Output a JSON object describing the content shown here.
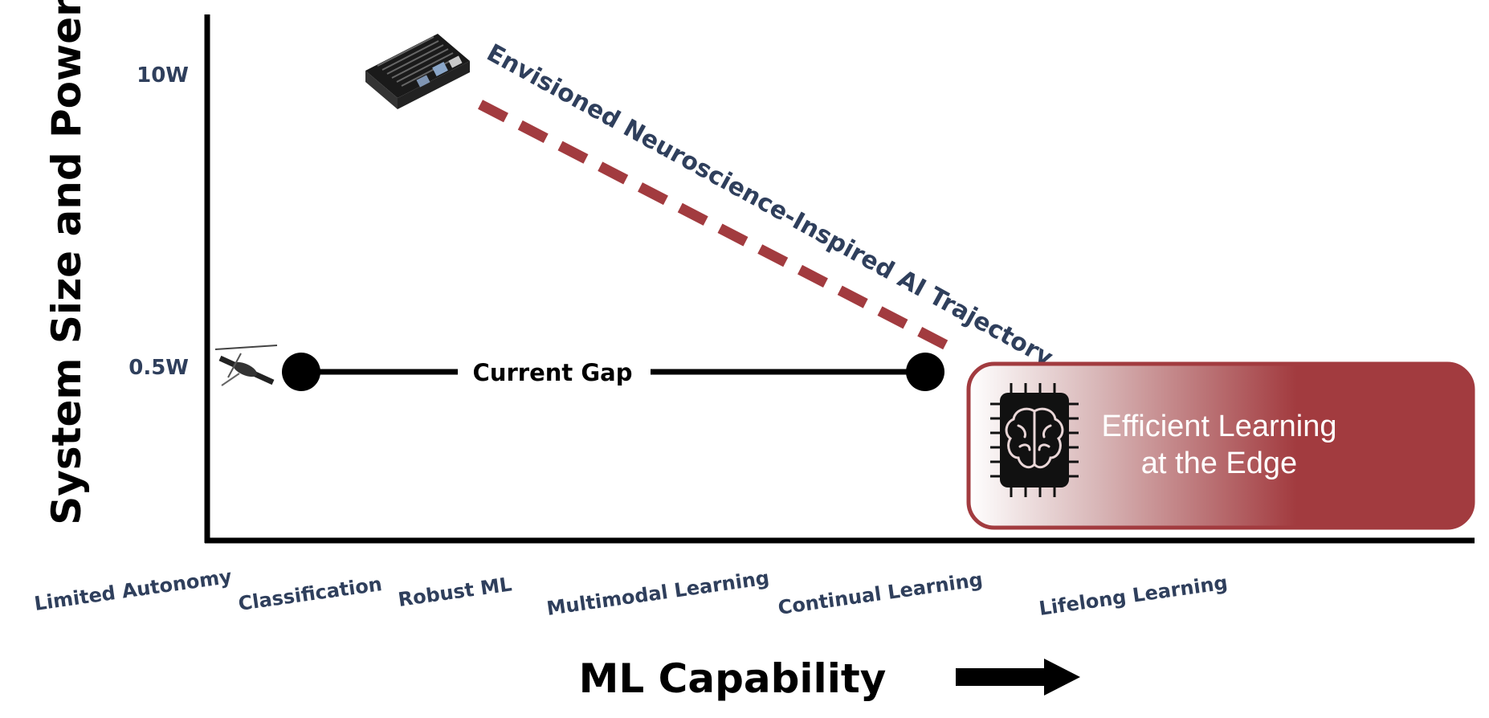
{
  "colors": {
    "axis": "#000000",
    "text_navy": "#2f3f5c",
    "trajectory": "#a23b3f",
    "edge_box": "#a23b3f",
    "edge_text": "#ffffff"
  },
  "axes": {
    "y_label": "System Size and Power",
    "x_label": "ML Capability",
    "y_ticks": [
      "10W",
      "0.5W"
    ]
  },
  "capabilities": [
    "Limited Autonomy",
    "Classification",
    "Robust ML",
    "Multimodal Learning",
    "Continual Learning",
    "Lifelong Learning"
  ],
  "gap": {
    "label": "Current Gap"
  },
  "trajectory": {
    "label": "Envisioned Neuroscience-Inspired AI Trajectory"
  },
  "edge_box": {
    "line1": "Efficient Learning",
    "line2": "at the Edge",
    "icon": "brain-chip-icon"
  },
  "icons": {
    "device": "dev-board-icon",
    "drone": "drone-icon",
    "arrow": "arrow-right-icon"
  }
}
